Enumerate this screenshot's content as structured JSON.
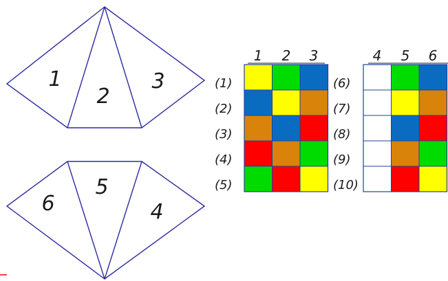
{
  "shape_top": {
    "face_labels": [
      "1",
      "2",
      "3"
    ]
  },
  "shape_bottom": {
    "face_labels": [
      "6",
      "5",
      "4"
    ]
  },
  "grid_left": {
    "column_labels": [
      "1",
      "2",
      "3"
    ],
    "row_labels": [
      "(1)",
      "(2)",
      "(3)",
      "(4)",
      "(5)"
    ],
    "cells": [
      [
        "yellow",
        "green",
        "blue"
      ],
      [
        "blue",
        "yellow",
        "orange"
      ],
      [
        "orange",
        "blue",
        "red"
      ],
      [
        "red",
        "orange",
        "green"
      ],
      [
        "green",
        "red",
        "yellow"
      ]
    ]
  },
  "grid_right": {
    "column_labels": [
      "4",
      "5",
      "6"
    ],
    "row_labels": [
      "(6)",
      "(7)",
      "(8)",
      "(9)",
      "(10)"
    ],
    "cells": [
      [
        "white",
        "green",
        "blue"
      ],
      [
        "white",
        "yellow",
        "orange"
      ],
      [
        "white",
        "blue",
        "red"
      ],
      [
        "white",
        "orange",
        "green"
      ],
      [
        "white",
        "red",
        "yellow"
      ]
    ]
  },
  "colors": {
    "yellow": "#ffff00",
    "green": "#00dc00",
    "blue": "#0a6cc0",
    "orange": "#d9830a",
    "red": "#ff0000",
    "white": "#ffffff",
    "line": "#2b2ba0",
    "text": "#1a1a1a"
  }
}
